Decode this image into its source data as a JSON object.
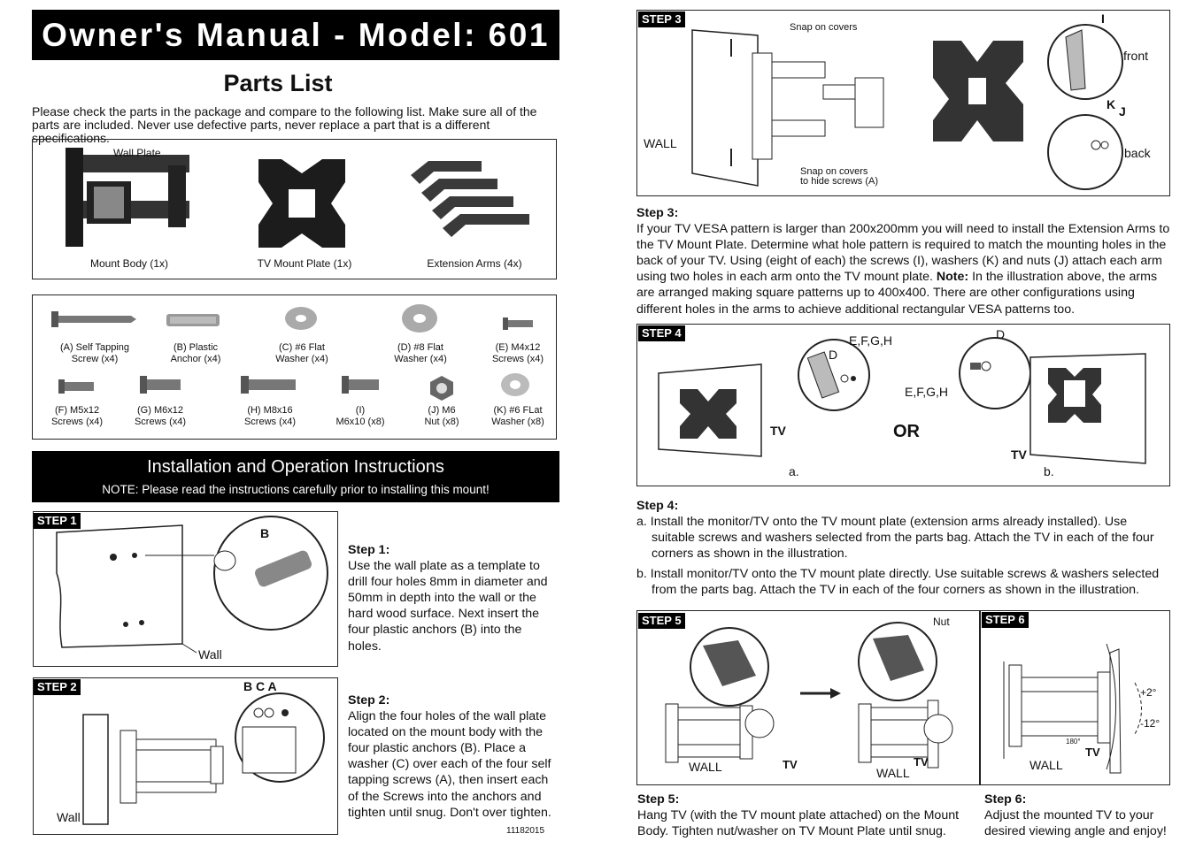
{
  "title": "Owner's Manual - Model: 601",
  "parts_heading": "Parts List",
  "parts_intro": "Please check the parts in the package and compare to the following list. Make sure all of the parts are included.  Never use defective parts, never replace a part that is a different specifications.",
  "main_parts": {
    "wall_plate_label": "Wall Plate",
    "mount_body": "Mount Body (1x)",
    "tv_plate": "TV Mount Plate (1x)",
    "ext_arms": "Extension Arms (4x)"
  },
  "hardware": [
    {
      "line1": "(A) Self Tapping",
      "line2": "Screw (x4)"
    },
    {
      "line1": "(B) Plastic",
      "line2": "Anchor (x4)"
    },
    {
      "line1": "(C) #6 Flat",
      "line2": "Washer (x4)"
    },
    {
      "line1": "(D) #8 Flat",
      "line2": "Washer (x4)"
    },
    {
      "line1": "(E) M4x12",
      "line2": "Screws (x4)"
    },
    {
      "line1": "(F) M5x12",
      "line2": "Screws (x4)"
    },
    {
      "line1": "(G) M6x12",
      "line2": "Screws (x4)"
    },
    {
      "line1": "(H) M8x16",
      "line2": "Screws (x4)"
    },
    {
      "line1": "(I)",
      "line2": "M6x10 (x8)"
    },
    {
      "line1": "(J) M6",
      "line2": "Nut (x8)"
    },
    {
      "line1": "(K) #6 FLat",
      "line2": "Washer (x8)"
    }
  ],
  "install_heading": "Installation and Operation Instructions",
  "install_note": "NOTE: Please read the instructions carefully prior to installing this mount!",
  "steps": {
    "s1": {
      "tag": "STEP 1",
      "heading": "Step 1:",
      "text": "Use the wall plate as a template to drill four holes 8mm in diameter and 50mm in depth into the wall or the hard wood surface.  Next insert the four plastic anchors (B) into the holes.",
      "label_b": "B",
      "label_wall": "Wall"
    },
    "s2": {
      "tag": "STEP 2",
      "heading": "Step 2:",
      "text": "Align the four holes of the wall plate located on the mount body with the four plastic anchors (B).  Place a washer (C) over each of the four self tapping screws (A), then insert each of the Screws into the anchors and tighten until snug.  Don't over tighten.",
      "label_bca": "B C  A",
      "label_wall": "Wall"
    },
    "s3": {
      "tag": "STEP 3",
      "heading": "Step 3:",
      "text_a": "If your TV VESA pattern is larger than 200x200mm you will need to install the Extension Arms to the TV Mount Plate.  Determine what hole pattern is required to match the mounting holes in the back of your TV.  Using (eight of each) the screws (I), washers (K) and nuts (J) attach each arm using two holes in each arm onto the TV mount plate. ",
      "note_label": "Note:",
      "text_b": " In the illustration above, the arms are arranged making square patterns up to 400x400. There are other configurations using different holes in the arms to achieve additional rectangular VESA patterns too.",
      "snap_top": "Snap on covers",
      "snap_bottom_1": "Snap on covers",
      "snap_bottom_2": "to hide screws (A)",
      "wall": "WALL",
      "front": "front",
      "back": "back",
      "label_i": "I",
      "label_k": "K",
      "label_j": "J"
    },
    "s4": {
      "tag": "STEP 4",
      "heading": "Step 4:",
      "text_a": "a. Install the monitor/TV onto the TV mount plate (extension arms already installed).  Use suitable screws and washers selected from the parts bag.  Attach the TV in each of the four corners as shown in the illustration.",
      "text_b": "b. Install monitor/TV onto the TV mount plate directly. Use suitable screws & washers selected from the parts bag.  Attach the TV in each of the four corners as shown in the illustration.",
      "efgh": "E,F,G,H",
      "d": "D",
      "tv": "TV",
      "or": "OR",
      "a": "a.",
      "b": "b."
    },
    "s5": {
      "tag": "STEP 5",
      "heading": "Step 5:",
      "text": "Hang TV (with the TV mount plate attached) on the Mount Body. Tighten nut/washer on TV Mount Plate until snug.",
      "nut": "Nut",
      "wall": "WALL",
      "tv": "TV"
    },
    "s6": {
      "tag": "STEP 6",
      "heading": "Step 6:",
      "text": "Adjust the mounted TV to your desired viewing angle and enjoy!",
      "plus": "+2°",
      "minus": "-12°",
      "rot": "180°",
      "wall": "WALL",
      "tv": "TV"
    }
  },
  "doc_code": "11182015"
}
